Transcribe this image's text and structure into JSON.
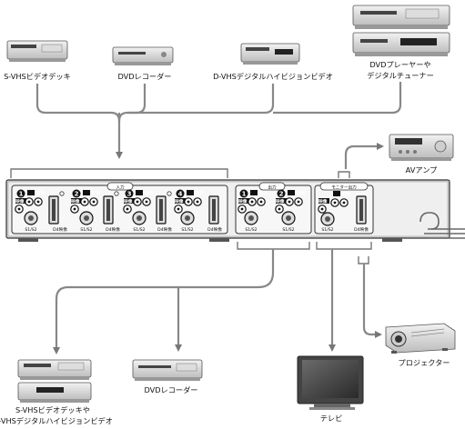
{
  "devices": {
    "svhs_deck": "S-VHSビデオデッキ",
    "dvd_recorder_top": "DVDレコーダー",
    "dvhs_deck": "D-VHSデジタルハイビジョンビデオ",
    "dvd_player_tuner": [
      "DVDプレーヤーや",
      "デジタルチューナー"
    ],
    "av_amp": "AVアンプ",
    "projector": "プロジェクター",
    "tv": "テレビ",
    "dvd_recorder_bottom": "DVDレコーダー",
    "svhs_dvhs_deck": [
      "S-VHSビデオデッキや",
      "D-VHSデジタルハイビジョンビデオ"
    ]
  },
  "panel": {
    "input_title": "入力",
    "output_title": "出力",
    "monitor_output_title": "モニター出力",
    "audio_label": "音声",
    "video_label": "映像",
    "s_label": "S1/S2",
    "d4_label": "D4映像",
    "input_numbers": [
      "1",
      "2",
      "3",
      "4"
    ],
    "output_numbers": [
      "1",
      "2"
    ]
  }
}
